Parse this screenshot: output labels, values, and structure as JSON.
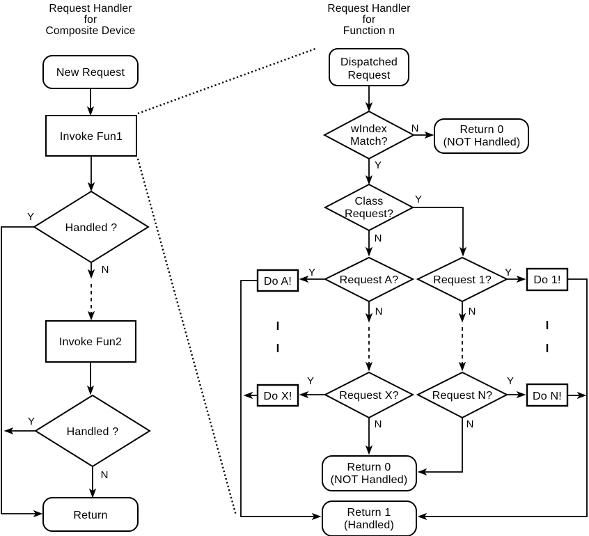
{
  "colors": {
    "ink": "#000000",
    "background": "#ffffff"
  },
  "connector_labels": {
    "yes": "Y",
    "no": "N"
  },
  "left_chart": {
    "title_lines": [
      "Request Handler",
      "for",
      "Composite Device"
    ],
    "nodes": {
      "new_request": "New Request",
      "invoke_fun1": "Invoke Fun1",
      "handled_1": "Handled ?",
      "invoke_fun2": "Invoke Fun2",
      "handled_2": "Handled ?",
      "return": "Return"
    }
  },
  "right_chart": {
    "title_lines": [
      "Request Handler",
      "for",
      "Function n"
    ],
    "nodes": {
      "dispatched_request_lines": [
        "Dispatched",
        "Request"
      ],
      "windex_match_lines": [
        "wIndex",
        "Match?"
      ],
      "return_0_top_lines": [
        "Return 0",
        "(NOT Handled)"
      ],
      "class_request_lines": [
        "Class",
        "Request?"
      ],
      "request_a": "Request A?",
      "request_1": "Request 1?",
      "do_a": "Do A!",
      "do_1": "Do 1!",
      "request_x": "Request X?",
      "request_n": "Request N?",
      "do_x": "Do X!",
      "do_n": "Do N!",
      "return_0_bottom_lines": [
        "Return 0",
        "(NOT Handled)"
      ],
      "return_1_lines": [
        "Return 1",
        "(Handled)"
      ]
    }
  }
}
